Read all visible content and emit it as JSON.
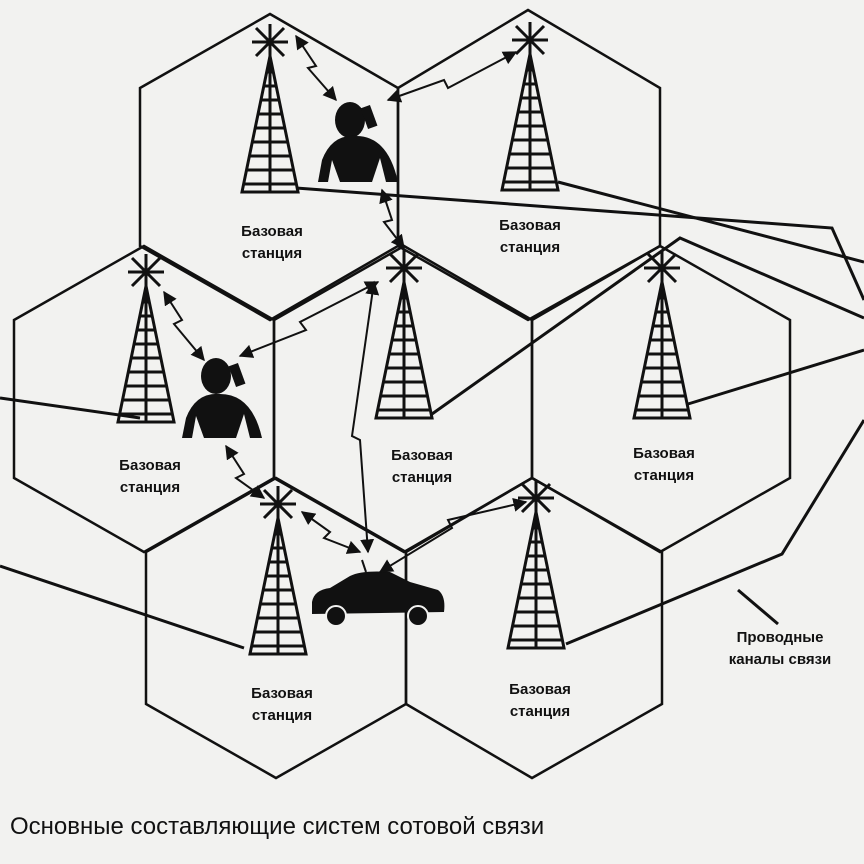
{
  "cells": [
    {
      "label_line1": "Базовая",
      "label_line2": "станция"
    },
    {
      "label_line1": "Базовая",
      "label_line2": "станция"
    },
    {
      "label_line1": "Базовая",
      "label_line2": "станция"
    },
    {
      "label_line1": "Базовая",
      "label_line2": "станция"
    },
    {
      "label_line1": "Базовая",
      "label_line2": "станция"
    },
    {
      "label_line1": "Базовая",
      "label_line2": "станция"
    },
    {
      "label_line1": "Базовая",
      "label_line2": "станция"
    }
  ],
  "wired_label": {
    "line1": "Проводные",
    "line2": "каналы связи"
  },
  "caption": "Основные составляющие систем сотовой связи"
}
